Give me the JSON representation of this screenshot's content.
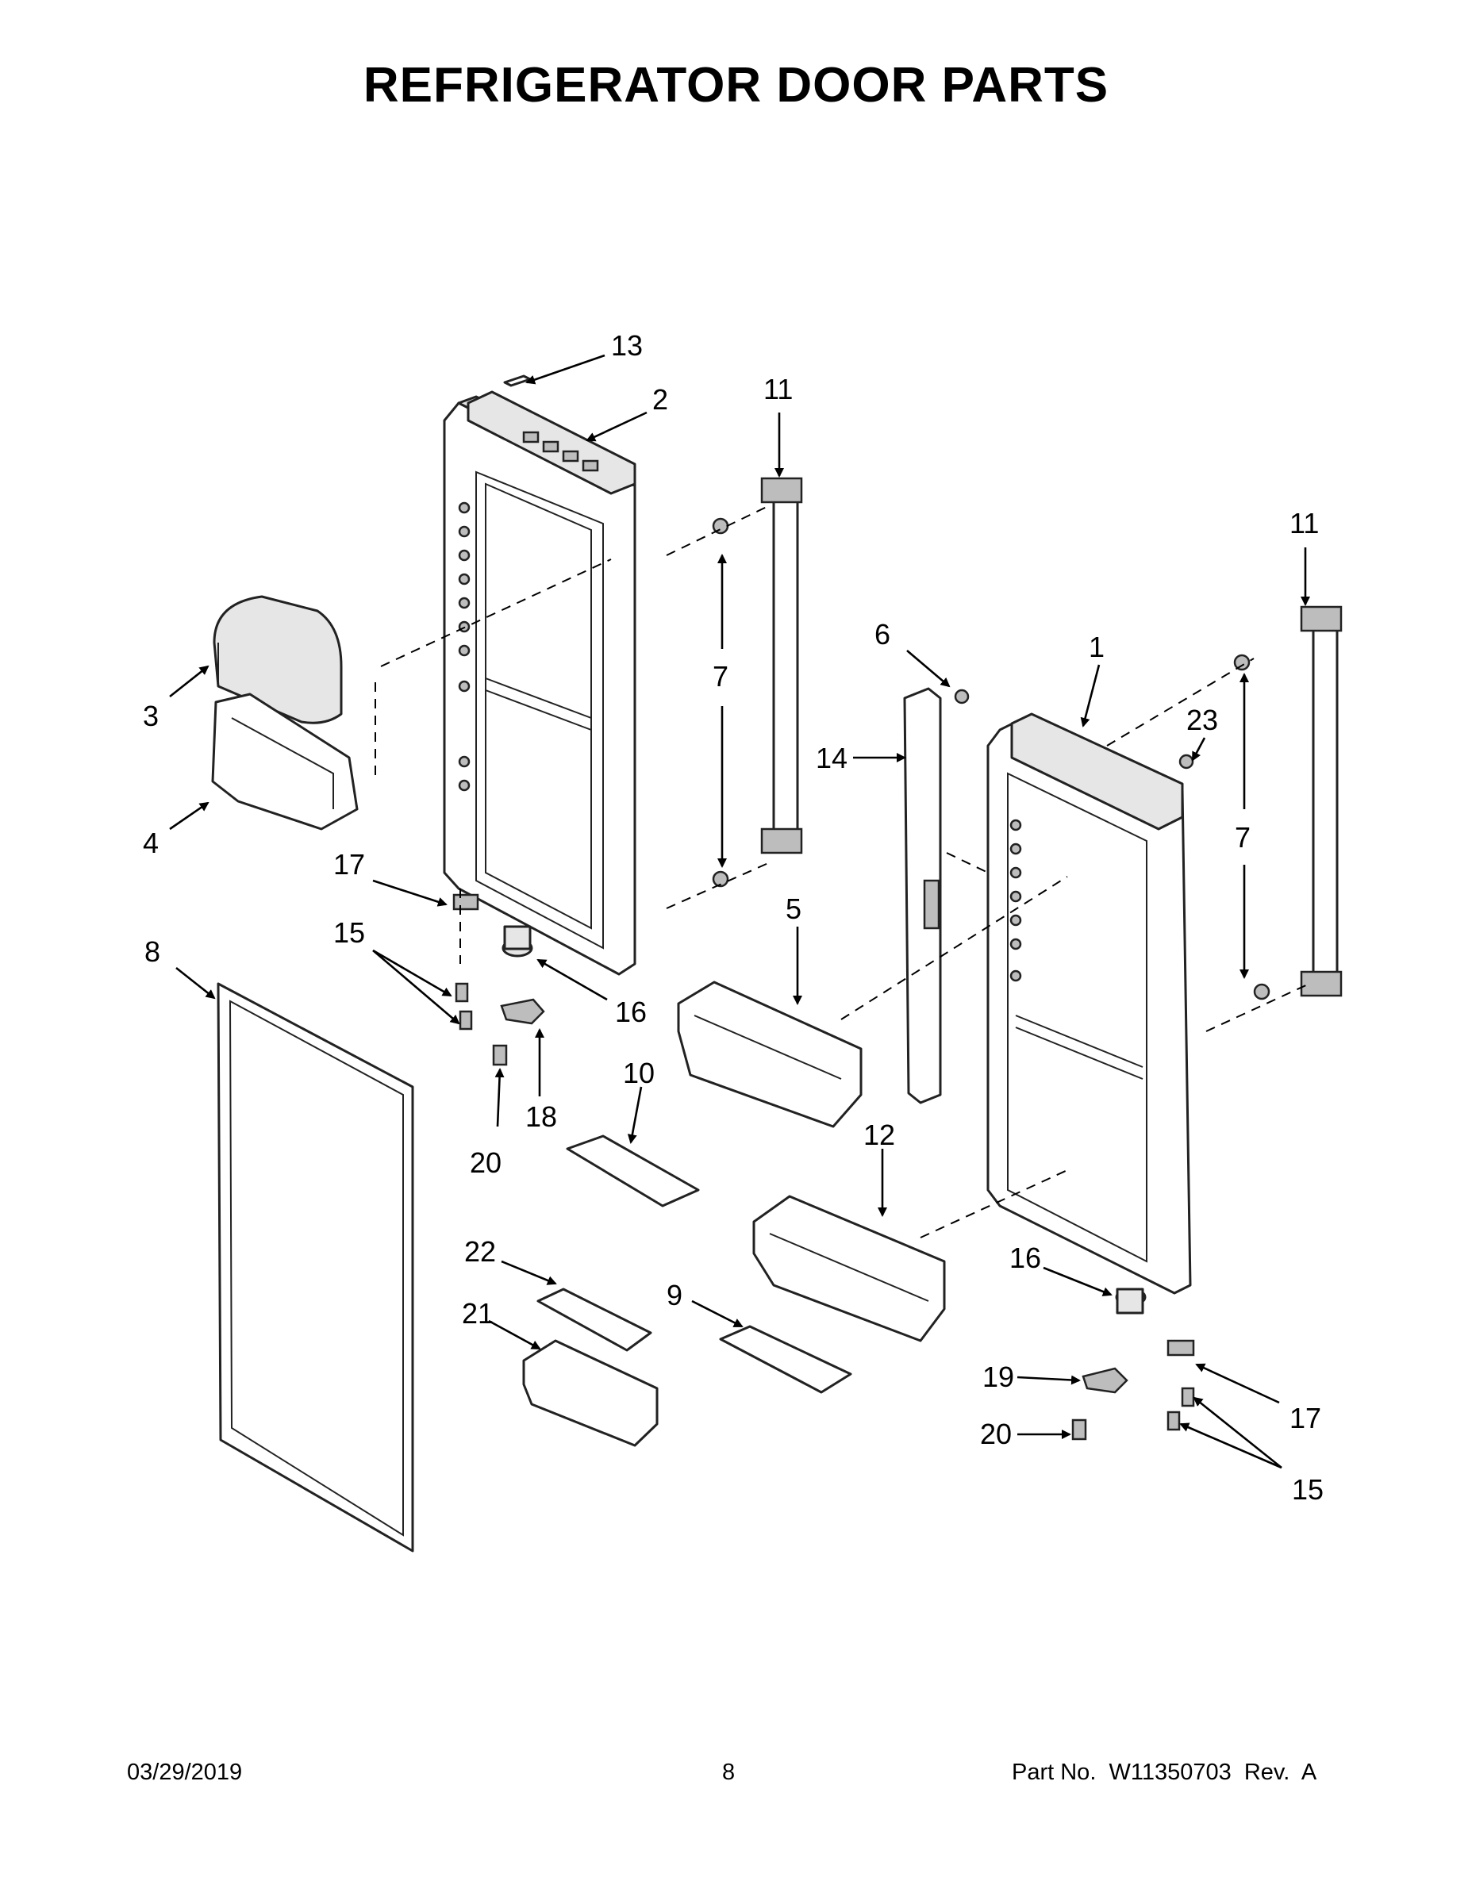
{
  "title": "REFRIGERATOR DOOR PARTS",
  "footer": {
    "date": "03/29/2019",
    "page": "8",
    "part_no": "Part No.  W11350703  Rev.  A"
  },
  "callouts": [
    "13",
    "2",
    "11",
    "11",
    "6",
    "1",
    "23",
    "3",
    "7",
    "7",
    "14",
    "4",
    "17",
    "15",
    "5",
    "8",
    "16",
    "10",
    "18",
    "20",
    "12",
    "22",
    "9",
    "21",
    "16",
    "19",
    "17",
    "20",
    "15"
  ]
}
